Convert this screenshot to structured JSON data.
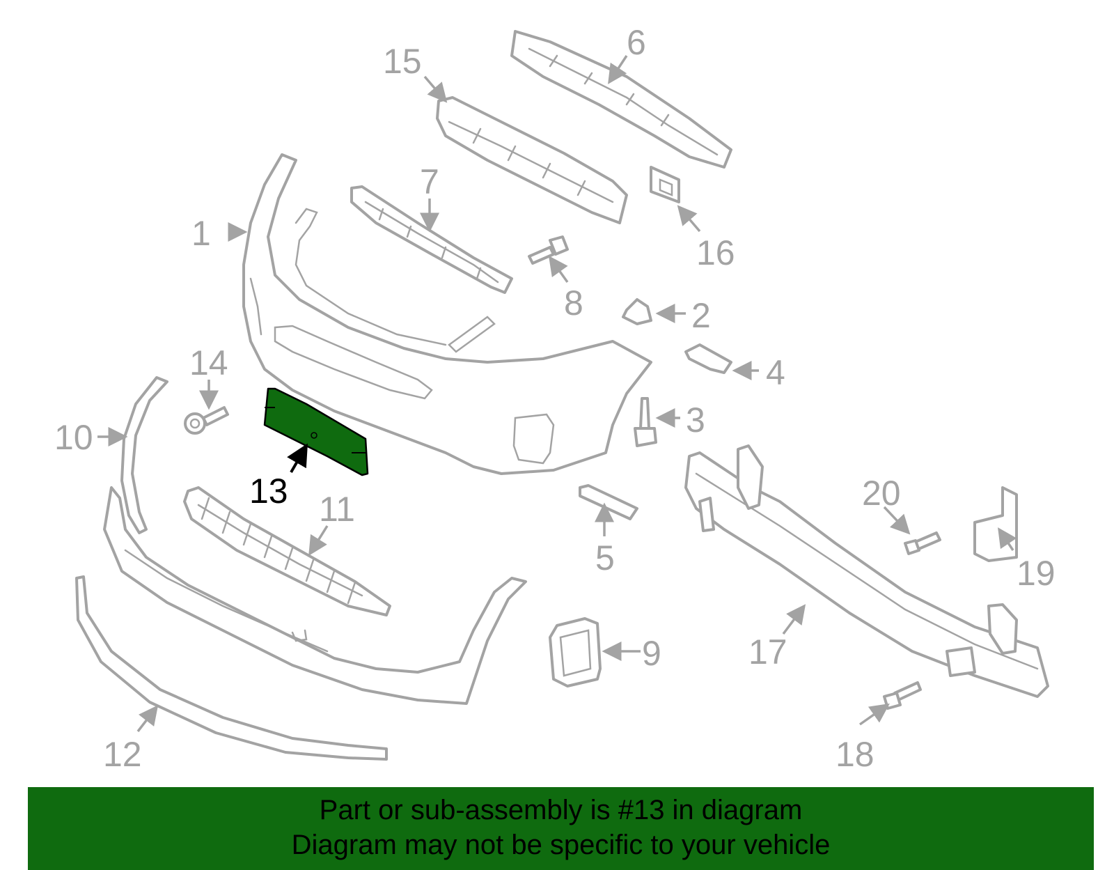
{
  "diagram": {
    "highlight_color": "#0f6b0f",
    "part_color": "#a3a3a3",
    "callouts": [
      "1",
      "2",
      "3",
      "4",
      "5",
      "6",
      "7",
      "8",
      "9",
      "10",
      "11",
      "12",
      "13",
      "14",
      "15",
      "16",
      "17",
      "18",
      "19",
      "20"
    ],
    "highlighted_callout": "13"
  },
  "banner": {
    "line1": "Part or sub-assembly is #13 in diagram",
    "line2": "Diagram may not be specific to your vehicle",
    "background": "#0f6b0f"
  }
}
